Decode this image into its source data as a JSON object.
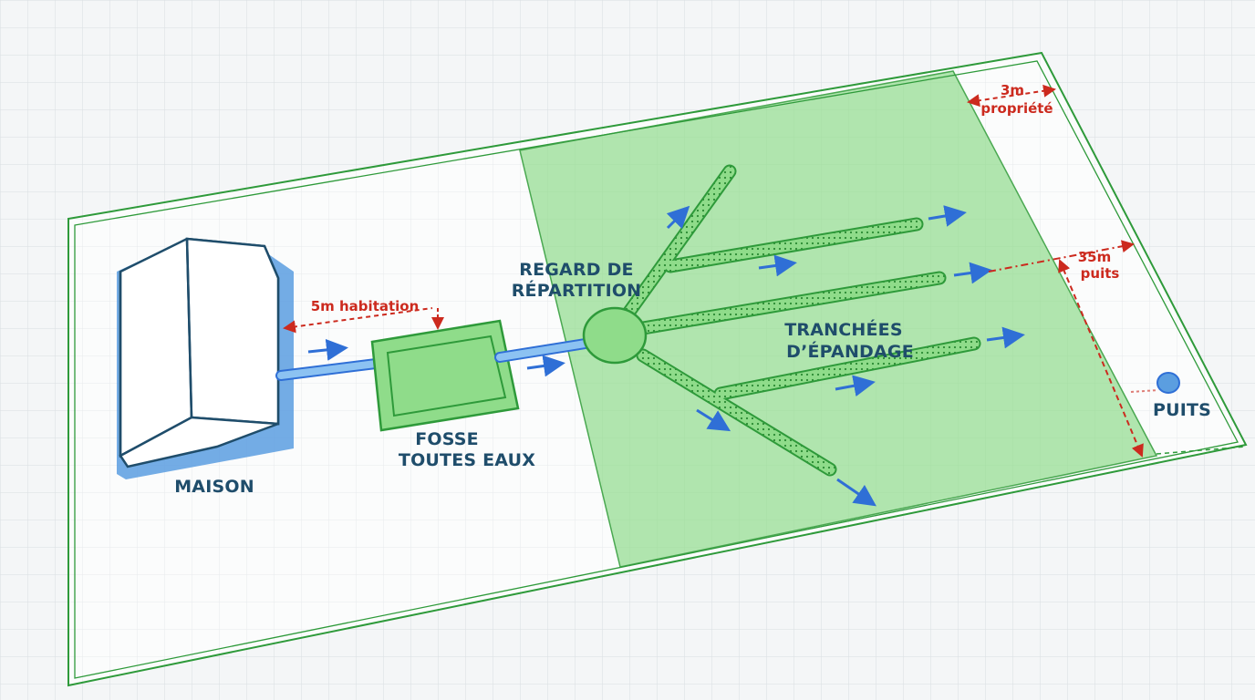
{
  "labels": {
    "house": "MAISON",
    "tank_line1": "FOSSE",
    "tank_line2": "TOUTES EAUX",
    "box_line1": "REGARD DE",
    "box_line2": "RÉPARTITION",
    "trench_line1": "TRANCHÉES",
    "trench_line2": "D’ÉPANDAGE",
    "well": "PUITS"
  },
  "dimensions": {
    "house_distance": "5m habitation",
    "property_line1": "3m",
    "property_line2": "propriété",
    "well_line1": "35m",
    "well_line2": "puits"
  },
  "colors": {
    "fence": "#2e9a3a",
    "field_fill": "#7ed67a",
    "pipe": "#5b9ee0",
    "house_stroke": "#1f4d6b",
    "house_shadow": "#5b9ee0",
    "text": "#1f4d6b",
    "dimension": "#cc2a1e",
    "flow_arrow": "#2f6fd6",
    "well": "#5b9ee0",
    "grid": "#d9dee2"
  }
}
